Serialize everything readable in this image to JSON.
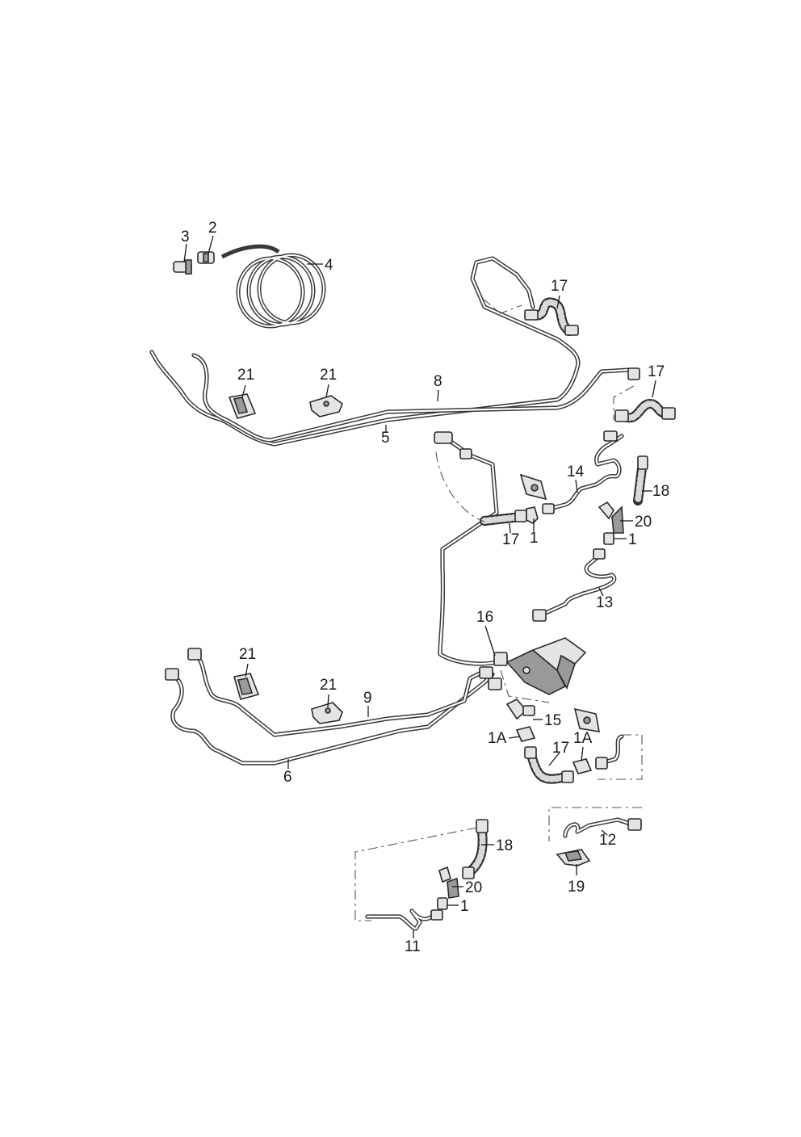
{
  "diagram": {
    "callouts": [
      {
        "id": "c-3",
        "label": "3"
      },
      {
        "id": "c-2",
        "label": "2"
      },
      {
        "id": "c-4",
        "label": "4"
      },
      {
        "id": "c-17a",
        "label": "17"
      },
      {
        "id": "c-21a",
        "label": "21"
      },
      {
        "id": "c-21b",
        "label": "21"
      },
      {
        "id": "c-8",
        "label": "8"
      },
      {
        "id": "c-17b",
        "label": "17"
      },
      {
        "id": "c-5",
        "label": "5"
      },
      {
        "id": "c-14",
        "label": "14"
      },
      {
        "id": "c-18a",
        "label": "18"
      },
      {
        "id": "c-20a",
        "label": "20"
      },
      {
        "id": "c-1a",
        "label": "1"
      },
      {
        "id": "c-17c",
        "label": "17"
      },
      {
        "id": "c-1b",
        "label": "1"
      },
      {
        "id": "c-13",
        "label": "13"
      },
      {
        "id": "c-16",
        "label": "16"
      },
      {
        "id": "c-21c",
        "label": "21"
      },
      {
        "id": "c-21d",
        "label": "21"
      },
      {
        "id": "c-9",
        "label": "9"
      },
      {
        "id": "c-15",
        "label": "15"
      },
      {
        "id": "c-1A-a",
        "label": "1A"
      },
      {
        "id": "c-1A-b",
        "label": "1A"
      },
      {
        "id": "c-17d",
        "label": "17"
      },
      {
        "id": "c-6",
        "label": "6"
      },
      {
        "id": "c-18b",
        "label": "18"
      },
      {
        "id": "c-12",
        "label": "12"
      },
      {
        "id": "c-20b",
        "label": "20"
      },
      {
        "id": "c-1c",
        "label": "1"
      },
      {
        "id": "c-19",
        "label": "19"
      },
      {
        "id": "c-11",
        "label": "11"
      }
    ]
  }
}
